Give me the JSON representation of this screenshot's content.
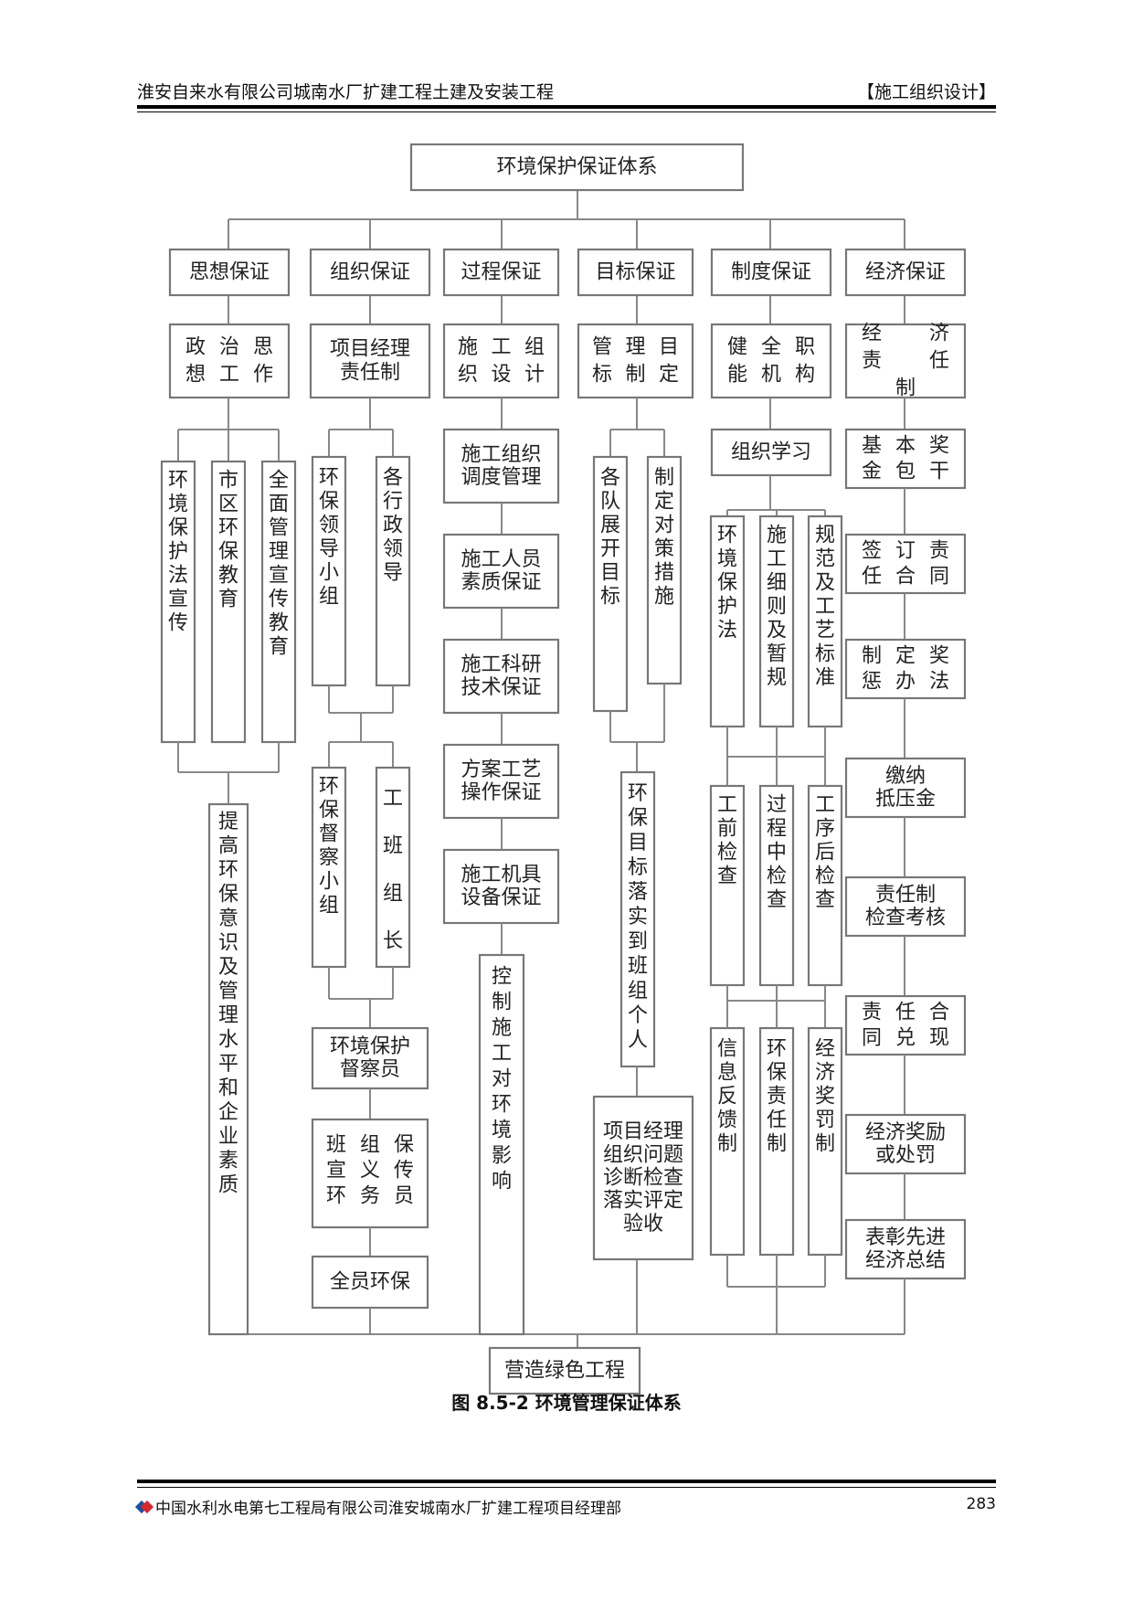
{
  "header": {
    "left": "淮安自来水有限公司城南水厂扩建工程土建及安装工程",
    "right": "【施工组织设计】"
  },
  "diagram": {
    "root": "环境保护保证体系",
    "sink": "营造绿色工程",
    "categories": [
      "思想保证",
      "组织保证",
      "过程保证",
      "目标保证",
      "制度保证",
      "经济保证"
    ],
    "col1": {
      "head": "政治思想工作",
      "items": [
        "环境保护法宣传",
        "市区环保教育",
        "全面管理宣传教育"
      ],
      "bottom": "提高环保意识及管理水平和企业素质"
    },
    "col2": {
      "head": "项目经理责任制",
      "pair1": [
        "环保领导小组",
        "各行政领导"
      ],
      "pair2": [
        "环保督察小组",
        "工班组长"
      ],
      "chain": [
        "环境保护督察员",
        "班组保宣义传环务员",
        "全员环保"
      ]
    },
    "col3": {
      "head": "施工组织设计",
      "chain": [
        "施工组织调度管理",
        "施工人员素质保证",
        "施工科研技术保证",
        "方案工艺操作保证",
        "施工机具设备保证"
      ],
      "bottom": "控制施工对环境影响"
    },
    "col4": {
      "head": "管理目标制定",
      "pair": [
        "各队展开目标",
        "制定对策措施"
      ],
      "middle": "环保目标落实到班组个人",
      "bottom": "项目经理组织问题诊断检查落实评定验收"
    },
    "col5": {
      "head": "健全职能机构",
      "study": "组织学习",
      "group1": [
        "环境保护法",
        "施工细则及暂规",
        "规范及工艺标准"
      ],
      "group2": [
        "工前检查",
        "过程中检查",
        "工序后检查"
      ],
      "group3": [
        "信息反馈制",
        "环保责任制",
        "经济奖罚制"
      ]
    },
    "col6": {
      "head": "经济责任制",
      "chain": [
        "基本奖金包干",
        "签订责任合同",
        "制定奖惩办法",
        "缴纳抵压金",
        "责任制检查考核",
        "责任合同兑现",
        "经济奖励或处罚",
        "表彰先进经济总结"
      ]
    }
  },
  "caption": "图 8.5-2 环境管理保证体系",
  "footer": {
    "left": "中国水利水电第七工程局有限公司淮安城南水厂扩建工程项目经理部",
    "page": "283"
  },
  "colors": {
    "logo_blue": "#1c4fa0",
    "logo_red": "#d8262b"
  }
}
